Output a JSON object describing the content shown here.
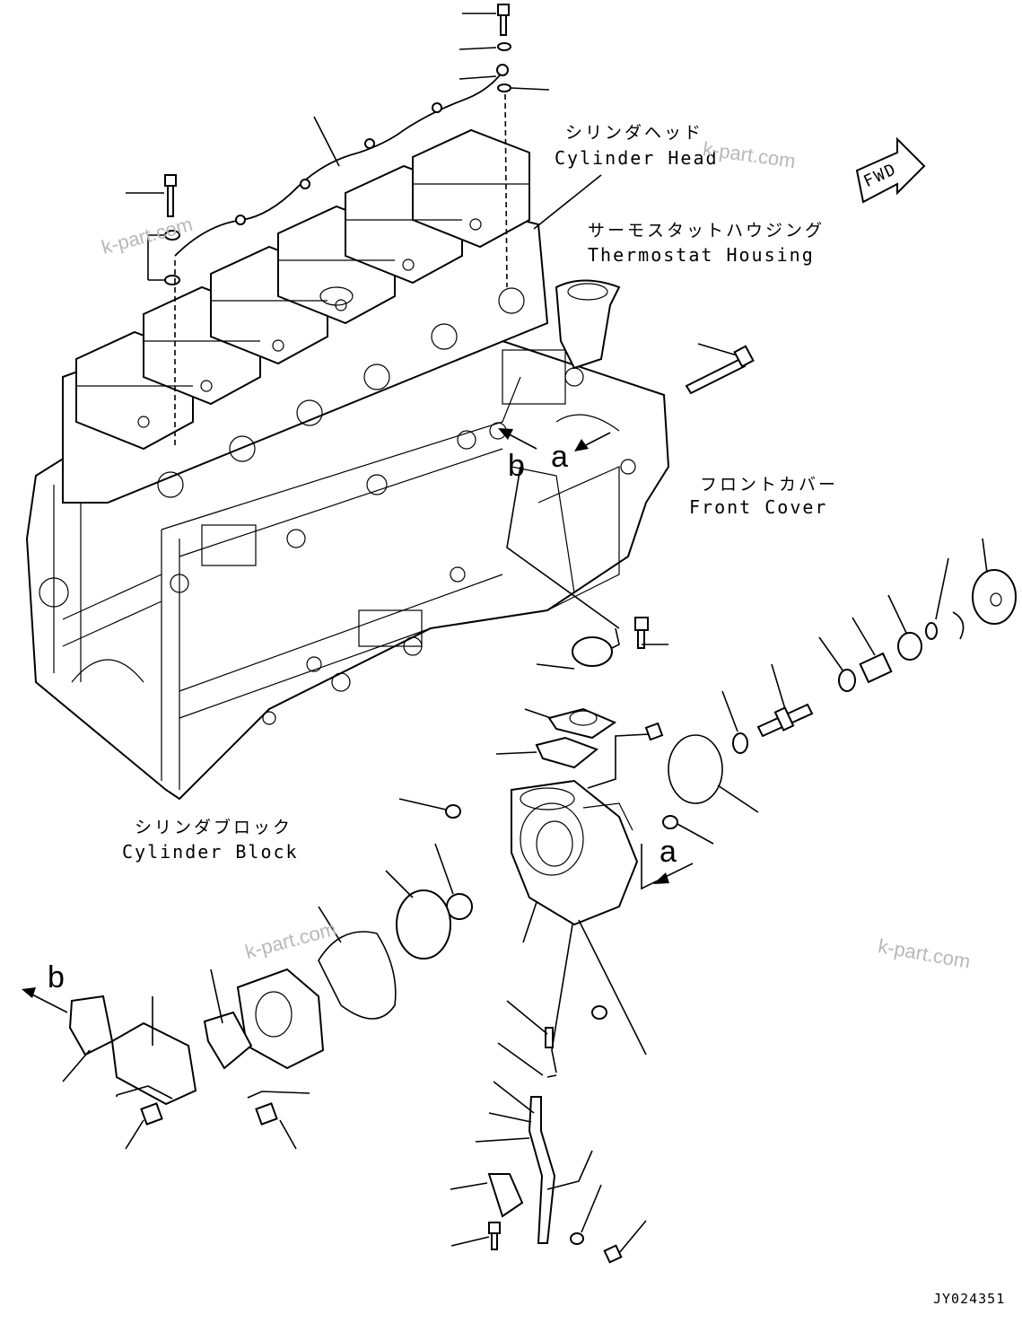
{
  "labels": {
    "cylinder_head_jp": "シリンダヘッド",
    "cylinder_head_en": "Cylinder Head",
    "thermostat_housing_jp": "サーモスタットハウジング",
    "thermostat_housing_en": "Thermostat Housing",
    "front_cover_jp": "フロントカバー",
    "front_cover_en": "Front Cover",
    "cylinder_block_jp": "シリンダブロック",
    "cylinder_block_en": "Cylinder Block"
  },
  "fwd_label": "FWD",
  "view_markers": {
    "a": "a",
    "b": "b"
  },
  "watermark": "k-part.com",
  "drawing_code": "JY024351"
}
